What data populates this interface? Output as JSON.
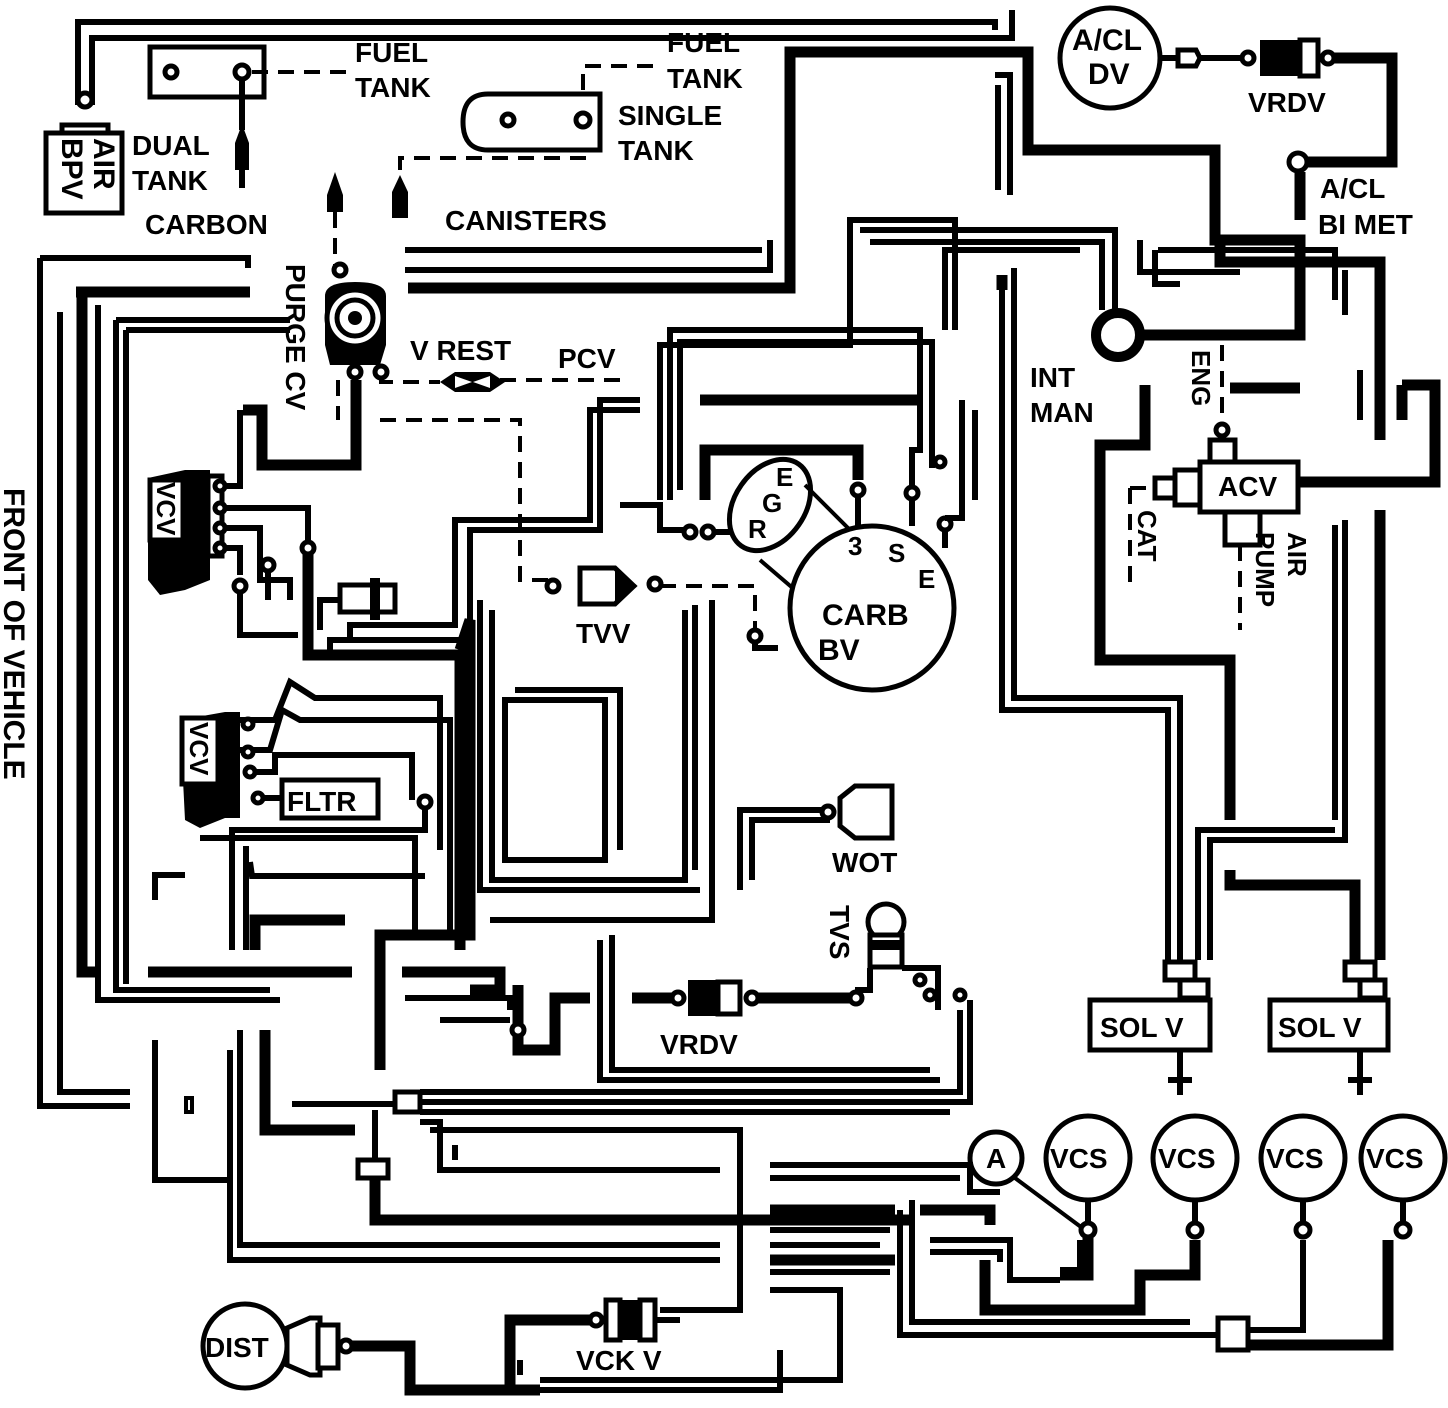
{
  "labels": {
    "fuel_tank_dual": [
      "FUEL",
      "TANK"
    ],
    "fuel_tank_single": [
      "FUEL",
      "TANK"
    ],
    "single_tank": [
      "SINGLE",
      "TANK"
    ],
    "dual_tank": [
      "DUAL",
      "TANK"
    ],
    "carbon": "CARBON",
    "canisters": "CANISTERS",
    "air_bpv": [
      "AIR",
      "BPV"
    ],
    "purge_cv": "PURGE CV",
    "v_rest": "V REST",
    "pcv": "PCV",
    "front_of_vehicle": "FRONT OF VEHICLE",
    "vcv_upper": "VCV",
    "vcv_lower": "VCV",
    "fltr": "FLTR",
    "tvv": "TVV",
    "egr": [
      "E",
      "G",
      "R"
    ],
    "carb_ports": [
      "3",
      "S",
      "E"
    ],
    "carb": [
      "CARB",
      "BV"
    ],
    "wot": "WOT",
    "tvs": "TVS",
    "vrdv_bottom": "VRDV",
    "dist": "DIST",
    "vck_v": "VCK V",
    "acl_dv": [
      "A/CL",
      "DV"
    ],
    "vrdv_top": "VRDV",
    "acl_bimet": [
      "A/CL",
      "BI MET"
    ],
    "int_man": [
      "INT",
      "MAN"
    ],
    "eng": "ENG",
    "acv": "ACV",
    "cat": "CAT",
    "air_pump": [
      "AIR",
      "PUMP"
    ],
    "sol_v_left": "SOL V",
    "sol_v_right": "SOL V",
    "a_circle": "A",
    "vcs": [
      "VCS",
      "VCS",
      "VCS",
      "VCS"
    ]
  }
}
